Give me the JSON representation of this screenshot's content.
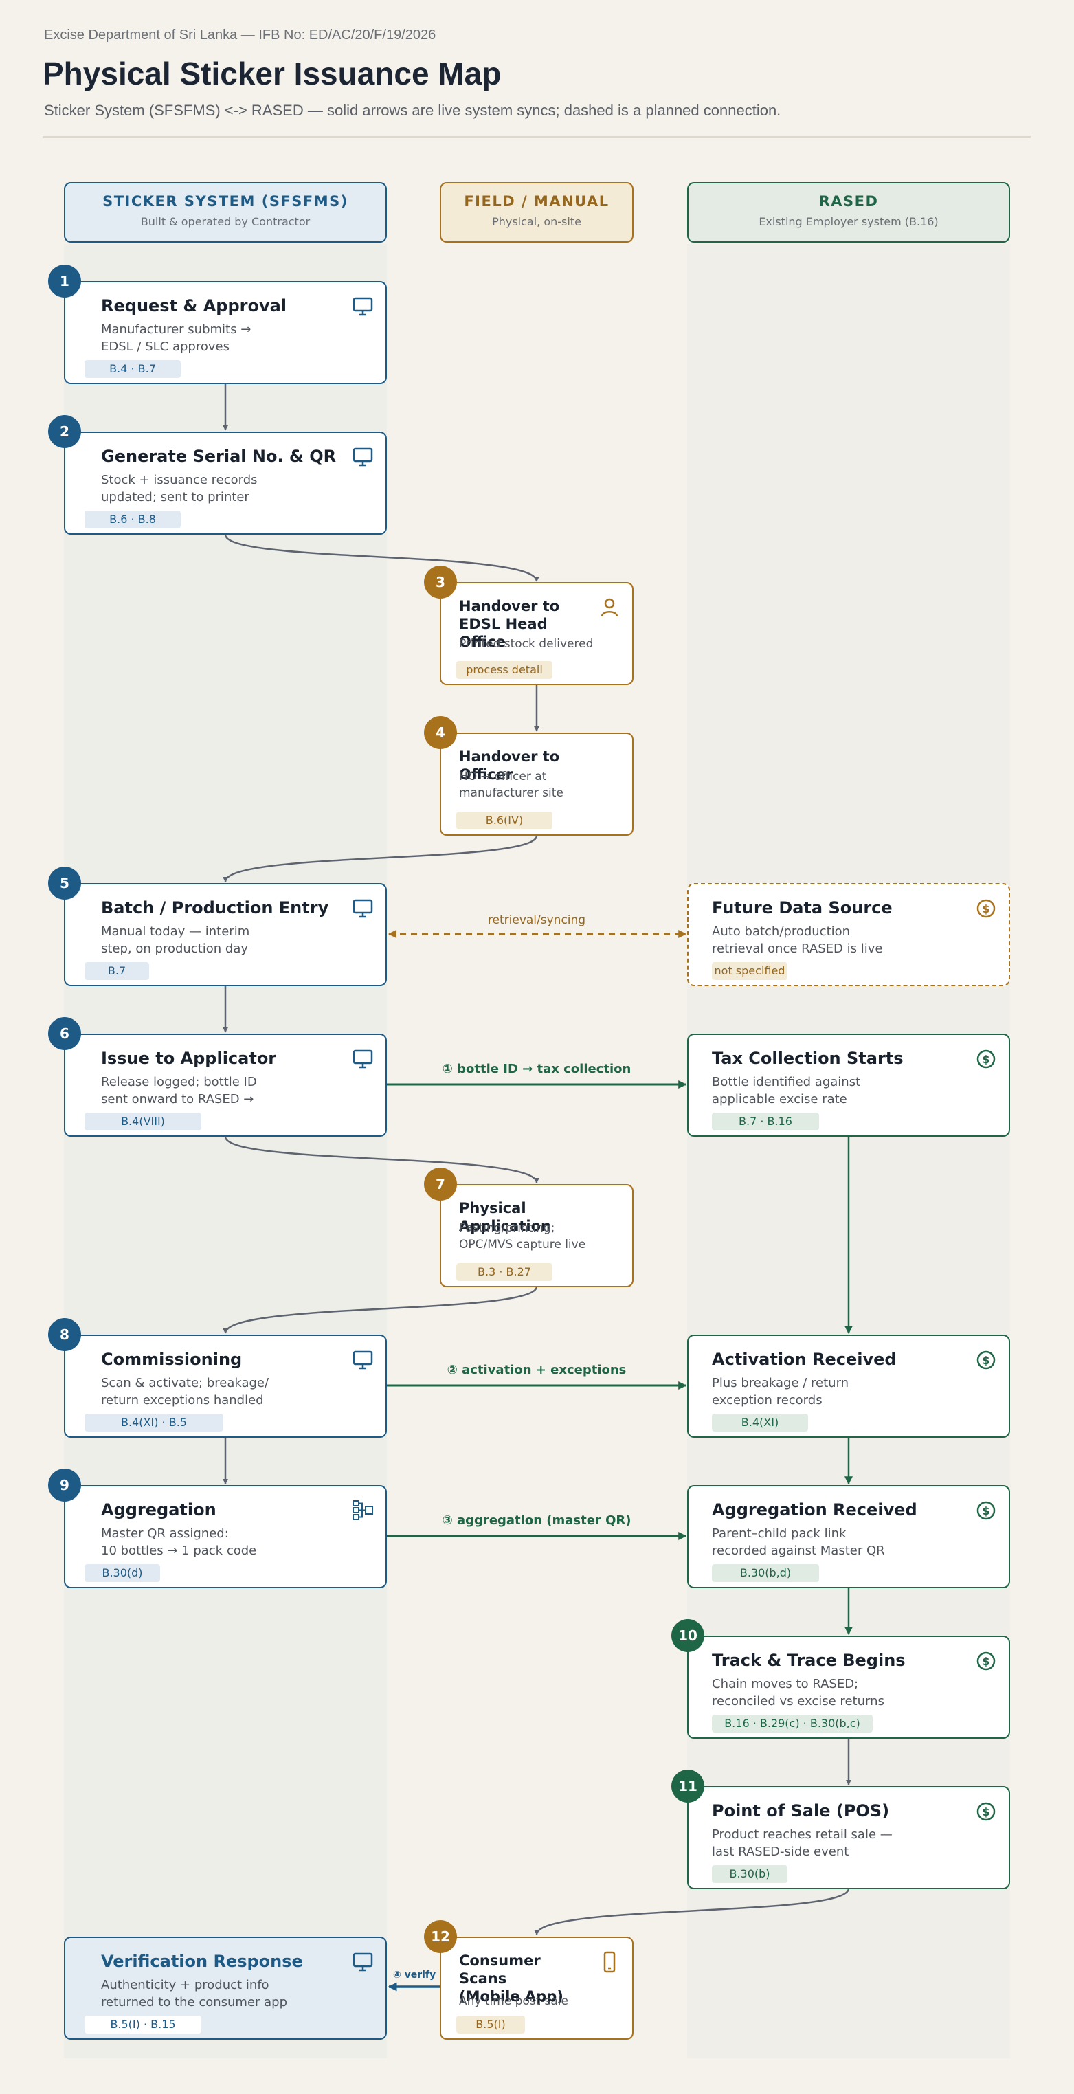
{
  "header": {
    "eyebrow": "Excise Department of Sri Lanka — IFB No: ED/AC/20/F/19/2026",
    "title": "Physical Sticker Issuance Map",
    "subtitle": "Sticker System (SFSFMS) <-> RASED — solid arrows are live system syncs; dashed is a planned connection."
  },
  "lanes": {
    "sticker": {
      "title": "STICKER SYSTEM (SFSFMS)",
      "subtitle": "Built & operated by Contractor"
    },
    "field": {
      "title": "FIELD / MANUAL",
      "subtitle": "Physical, on-site"
    },
    "rased": {
      "title": "RASED",
      "subtitle": "Existing Employer system (B.16)"
    }
  },
  "steps": {
    "s1": {
      "number": "1",
      "title": "Request & Approval",
      "desc_1": "Manufacturer submits →",
      "desc_2": "EDSL / SLC approves",
      "tag": "B.4 · B.7",
      "icon": "monitor-icon"
    },
    "s2": {
      "number": "2",
      "title": "Generate Serial No. & QR",
      "desc_1": "Stock + issuance records",
      "desc_2": "updated; sent to printer",
      "tag": "B.6 · B.8",
      "icon": "monitor-icon"
    },
    "s3": {
      "number": "3",
      "title_1": "Handover to",
      "title_2": "EDSL Head Office",
      "desc_1": "Printed stock delivered",
      "tag": "process detail",
      "icon": "person-icon"
    },
    "s4": {
      "number": "4",
      "title": "Handover to Officer",
      "desc_1": "HO → officer at",
      "desc_2": "manufacturer site",
      "tag": "B.6(IV)"
    },
    "s5": {
      "number": "5",
      "title": "Batch / Production Entry",
      "desc_1": "Manual today — interim",
      "desc_2": "step, on production day",
      "tag": "B.7",
      "icon": "monitor-icon"
    },
    "s6": {
      "number": "6",
      "title": "Issue to Applicator",
      "desc_1": "Release logged; bottle ID",
      "desc_2": "sent onward to RASED →",
      "tag": "B.4(VIII)",
      "icon": "monitor-icon"
    },
    "s7": {
      "number": "7",
      "title": "Physical Application",
      "desc_1": "Pasting/printing;",
      "desc_2": "OPC/MVS capture live",
      "tag": "B.3 · B.27"
    },
    "s8": {
      "number": "8",
      "title": "Commissioning",
      "desc_1": "Scan & activate; breakage/",
      "desc_2": "return exceptions handled",
      "tag": "B.4(XI) · B.5",
      "icon": "monitor-icon"
    },
    "s9": {
      "number": "9",
      "title": "Aggregation",
      "desc_1": "Master QR assigned:",
      "desc_2": "10 bottles → 1 pack code",
      "tag": "B.30(d)",
      "icon": "hierarchy-icon"
    },
    "s10": {
      "number": "10",
      "title": "Track & Trace Begins",
      "desc_1": "Chain moves to RASED;",
      "desc_2": "reconciled vs excise returns",
      "tag": "B.16 · B.29(c) · B.30(b,c)",
      "icon": "coin-icon"
    },
    "s11": {
      "number": "11",
      "title": "Point of Sale (POS)",
      "desc_1": "Product reaches retail sale —",
      "desc_2": "last RASED-side event",
      "tag": "B.30(b)",
      "icon": "coin-icon"
    },
    "s12": {
      "number": "12",
      "title_1": "Consumer Scans",
      "title_2": "(Mobile App)",
      "desc_1": "Any time post-sale",
      "tag": "B.5(I)",
      "icon": "phone-icon"
    }
  },
  "rased_cards": {
    "future": {
      "title": "Future Data Source",
      "desc_1": "Auto batch/production",
      "desc_2": "retrieval once RASED is live",
      "tag": "not specified",
      "icon": "coin-icon"
    },
    "tax": {
      "title": "Tax Collection Starts",
      "desc_1": "Bottle identified against",
      "desc_2": "applicable excise rate",
      "tag": "B.7 · B.16",
      "icon": "coin-icon"
    },
    "activation": {
      "title": "Activation Received",
      "desc_1": "Plus breakage / return",
      "desc_2": "exception records",
      "tag": "B.4(XI)",
      "icon": "coin-icon"
    },
    "aggregation": {
      "title": "Aggregation Received",
      "desc_1": "Parent–child pack link",
      "desc_2": "recorded against Master QR",
      "tag": "B.30(b,d)",
      "icon": "coin-icon"
    }
  },
  "verification": {
    "title": "Verification Response",
    "desc_1": "Authenticity + product info",
    "desc_2": "returned to the consumer app",
    "tag": "B.5(I) · B.15",
    "icon": "monitor-icon"
  },
  "connectors": {
    "retrieval": "retrieval/syncing",
    "sync1": "① bottle ID → tax collection",
    "sync2": "② activation + exceptions",
    "sync3": "③ aggregation (master QR)",
    "verify": "④ verify"
  },
  "colors": {
    "sticker": "#1d5a86",
    "field": "#a8721d",
    "rased": "#1f6647",
    "flow_line": "#5d6470",
    "background": "#f5f2eb"
  }
}
